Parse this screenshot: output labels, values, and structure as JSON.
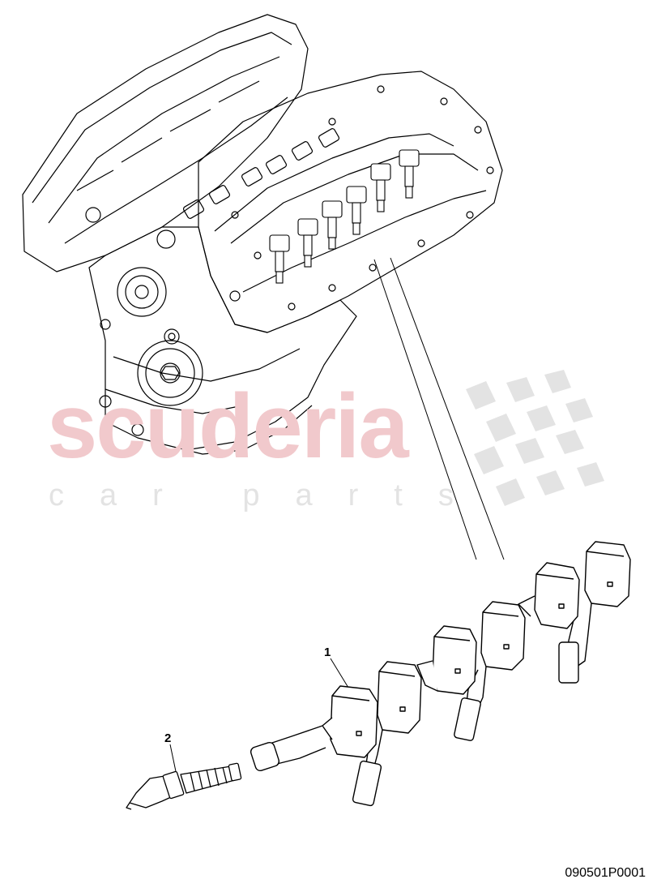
{
  "watermark": {
    "brand": "scuderia",
    "tagline": "car parts",
    "brand_color": "#f1c9cc",
    "tagline_color": "#e3e3e3"
  },
  "callouts": [
    {
      "id": "1",
      "label": "1"
    },
    {
      "id": "2",
      "label": "2"
    }
  ],
  "drawing_number": "090501P0001",
  "line_color": "#000000"
}
